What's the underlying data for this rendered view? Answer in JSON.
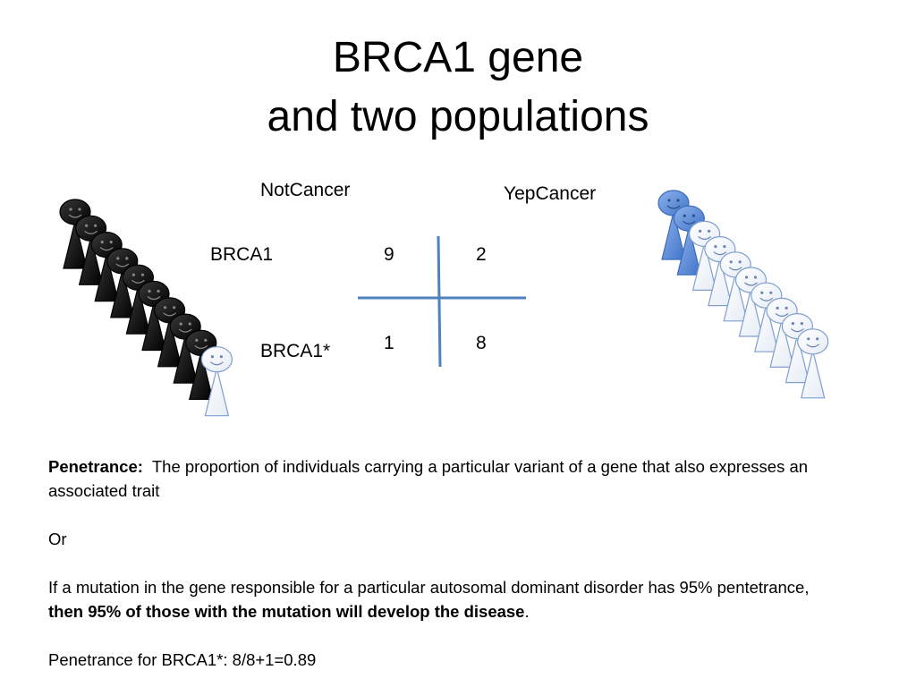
{
  "slide": {
    "title_line1": "BRCA1 gene",
    "title_line2": "and two populations"
  },
  "table": {
    "col_headers": [
      "NotCancer",
      "YepCancer"
    ],
    "row_headers": [
      "BRCA1",
      "BRCA1*"
    ],
    "cells": [
      [
        "9",
        "2"
      ],
      [
        "1",
        "8"
      ]
    ]
  },
  "populations": {
    "left": {
      "dark_count": 9,
      "light_count": 1,
      "dark_color": "#000000",
      "light_color": "#ffffff"
    },
    "right": {
      "dark_count": 2,
      "light_count": 8,
      "dark_color": "#4a7fd4",
      "light_color": "#ffffff"
    }
  },
  "text": {
    "definition_label": "Penetrance:",
    "definition_body": "  The proportion of individuals carrying a particular variant of a gene that also expresses an associated trait",
    "or": "Or",
    "example_start": "If a mutation in the gene responsible for a particular autosomal dominant disorder has 95% pentetrance, ",
    "example_bold": "then 95% of those with the mutation will develop the disease",
    "example_end": ".",
    "formula": "Penetrance for BRCA1*: 8/8+1=0.89"
  },
  "colors": {
    "grid_line": "#4f81bd",
    "person_outline": "#7f9fcf"
  }
}
